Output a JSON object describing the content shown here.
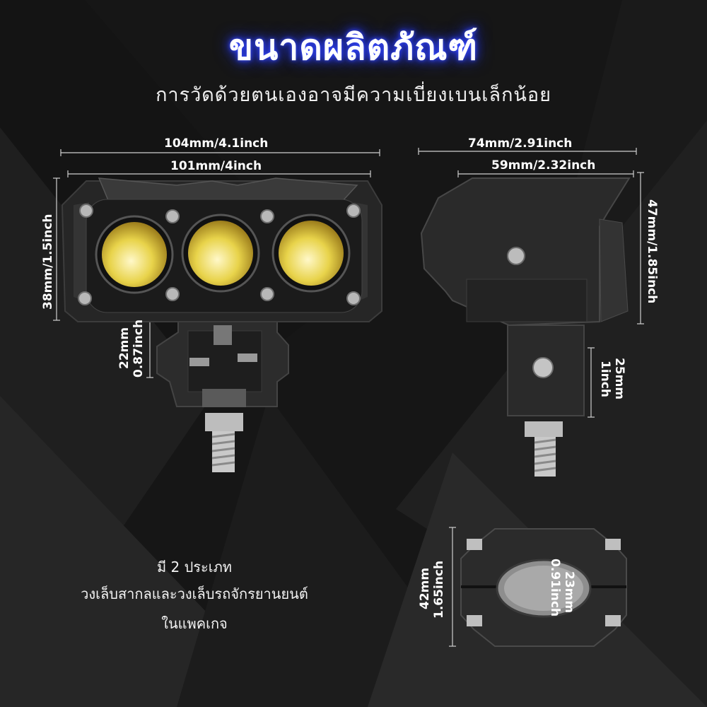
{
  "title": "ขนาดผลิตภัณฑ์",
  "subtitle": "การวัดด้วยตนเองอาจมีความเบี่ยงเบนเล็กน้อย",
  "front_view": {
    "width_outer": "104mm/4.1inch",
    "width_inner": "101mm/4inch",
    "height": "38mm/1.5inch",
    "bracket_height_mm": "22mm",
    "bracket_height_inch": "0.87inch"
  },
  "side_view": {
    "depth_outer": "74mm/2.91inch",
    "depth_inner": "59mm/2.32inch",
    "height": "47mm/1.85inch",
    "bracket_mm": "25mm",
    "bracket_inch": "1inch"
  },
  "clamp_view": {
    "outer_mm": "42mm",
    "outer_inch": "1.65inch",
    "inner_mm": "23mm",
    "inner_inch": "0.91inch"
  },
  "description": {
    "line1": "มี 2 ประเภท",
    "line2": "วงเล็บสากลและวงเล็บรถจักรยานยนต์",
    "line3": "ในแพคเกจ"
  },
  "colors": {
    "title_glow": "#2a3dff",
    "lens_yellow": "#e8d34a",
    "body": "#2a2a2a"
  }
}
